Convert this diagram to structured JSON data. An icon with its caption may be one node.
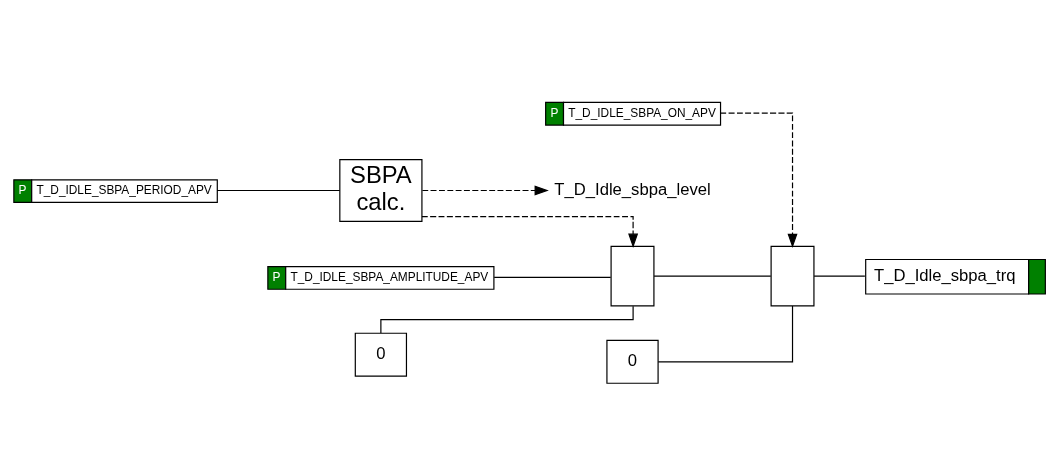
{
  "diagram": {
    "nodes": [
      {
        "text": [
          "P",
          "T_D_IDLE_SBPA_ON_APV"
        ]
      },
      {
        "text": [
          "P",
          "T_D_IDLE_SBPA_PERIOD_APV"
        ]
      },
      {
        "text": [
          "SBPA calc."
        ]
      },
      {
        "text": [
          "T_D_Idle_sbpa_level"
        ]
      },
      {
        "text": [
          "P",
          "T_D_IDLE_SBPA_AMPLITUDE_APV"
        ]
      },
      {
        "text": [
          "0"
        ]
      },
      {
        "text": [],
        "shape": "box"
      },
      {
        "text": [
          "0"
        ]
      },
      {
        "text": [],
        "shape": "box"
      },
      {
        "text": [
          "T_D_Idle_sbpa_trq"
        ]
      }
    ],
    "edges": [
      {
        "from": 0,
        "to": 8,
        "arrow": "to",
        "style": "dashed"
      },
      {
        "from": 1,
        "to": 2,
        "arrow": "none"
      },
      {
        "from": 2,
        "to": 3,
        "arrow": "to",
        "style": "dashed"
      },
      {
        "from": 2,
        "to": 6,
        "arrow": "to",
        "style": "dashed"
      },
      {
        "from": 4,
        "to": 6,
        "arrow": "none"
      },
      {
        "from": 5,
        "to": 6,
        "arrow": "none"
      },
      {
        "from": 6,
        "to": 8,
        "arrow": "none"
      },
      {
        "from": 7,
        "to": 8,
        "arrow": "none"
      },
      {
        "from": 8,
        "to": 9,
        "arrow": "none"
      }
    ]
  }
}
